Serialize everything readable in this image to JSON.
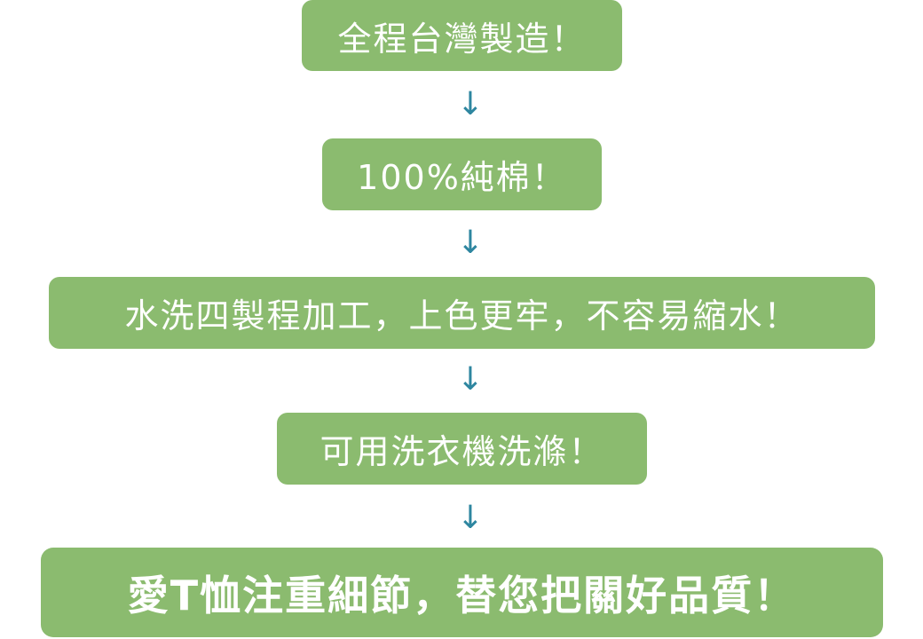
{
  "steps": [
    {
      "label": "全程台灣製造！"
    },
    {
      "label": "100%純棉！"
    },
    {
      "label": "水洗四製程加工，上色更牢，不容易縮水！"
    },
    {
      "label": "可用洗衣機洗滌！"
    },
    {
      "label": "愛T恤注重細節，替您把關好品質！"
    }
  ],
  "arrow_symbol": "↓",
  "colors": {
    "box": "#8bbb6f",
    "arrow": "#2e86a0",
    "text": "#ffffff"
  }
}
